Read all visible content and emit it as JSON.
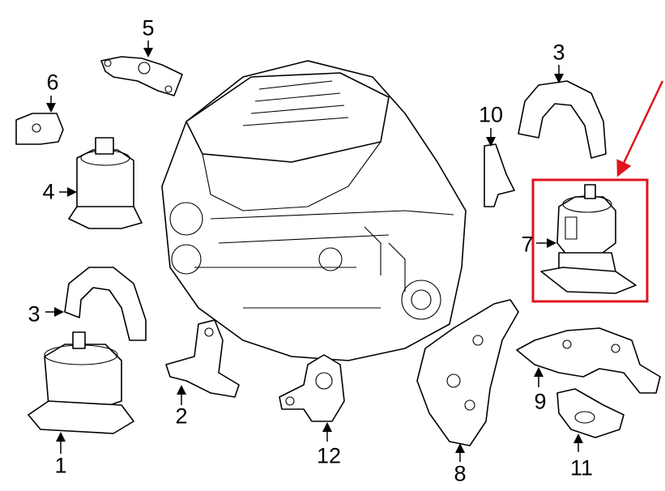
{
  "diagram": {
    "callouts": [
      {
        "id": "c1",
        "text": "1"
      },
      {
        "id": "c2",
        "text": "2"
      },
      {
        "id": "c3a",
        "text": "3"
      },
      {
        "id": "c3b",
        "text": "3"
      },
      {
        "id": "c4",
        "text": "4"
      },
      {
        "id": "c5",
        "text": "5"
      },
      {
        "id": "c6",
        "text": "6"
      },
      {
        "id": "c7",
        "text": "7"
      },
      {
        "id": "c8",
        "text": "8"
      },
      {
        "id": "c9",
        "text": "9"
      },
      {
        "id": "c10",
        "text": "10"
      },
      {
        "id": "c11",
        "text": "11"
      },
      {
        "id": "c12",
        "text": "12"
      }
    ],
    "highlight_color": "#e0141e"
  }
}
